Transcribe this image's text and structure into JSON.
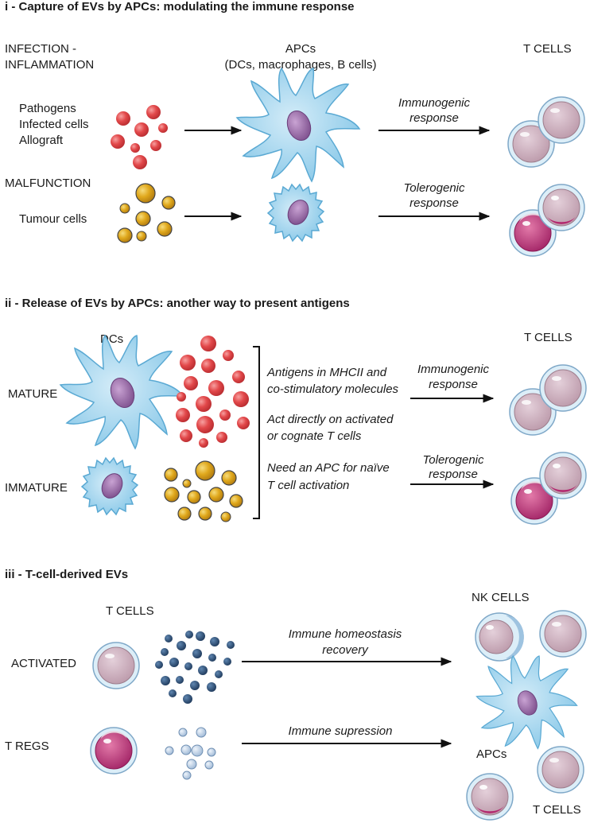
{
  "section_i": {
    "title": "i  - Capture of EVs by APCs: modulating the immune response",
    "infection_label": [
      "INFECTION -",
      "INFLAMMATION"
    ],
    "pathogen_list": [
      "Pathogens",
      "Infected cells",
      "Allograft"
    ],
    "malfunction_label": "MALFUNCTION",
    "tumour_label": "Tumour cells",
    "apcs_label": [
      "APCs",
      "(DCs, macrophages, B cells)"
    ],
    "tcells_label": "T CELLS",
    "immunogenic_label": [
      "Immunogenic",
      "response"
    ],
    "tolerogenic_label": [
      "Tolerogenic",
      "response"
    ]
  },
  "section_ii": {
    "title": "ii - Release of EVs by APCs: another way to present antigens",
    "dcs_label": "DCs",
    "mature_label": "MATURE",
    "immature_label": "IMMATURE",
    "tcells_label": "T CELLS",
    "notes": [
      [
        "Antigens in MHCII and",
        "co-stimulatory molecules"
      ],
      [
        "Act directly on activated",
        "or cognate T cells"
      ],
      [
        "Need an APC for naïve",
        "T cell activation"
      ]
    ],
    "immunogenic_label": [
      "Immunogenic",
      "response"
    ],
    "tolerogenic_label": [
      "Tolerogenic",
      "response"
    ]
  },
  "section_iii": {
    "title": "iii - T-cell-derived EVs",
    "tcells_label": "T CELLS",
    "activated_label": "ACTIVATED",
    "tregs_label": "T REGS",
    "homeostasis_label": [
      "Immune homeostasis",
      "recovery"
    ],
    "suppression_label": "Immune supression",
    "nk_label": "NK CELLS",
    "apcs_label": "APCs",
    "tcells_bottom_label": "T CELLS"
  },
  "colors": {
    "ev_red": "#e2484a",
    "ev_yellow": "#e0a81c",
    "ev_dark_blue": "#2c4a70",
    "ev_light_blue": "#b9cde4",
    "apc_blue": "#86c8e8",
    "nucleus_purple": "#9a6aa8",
    "tcell_pink": "#c9aab7",
    "treg_magenta": "#b3296f"
  }
}
